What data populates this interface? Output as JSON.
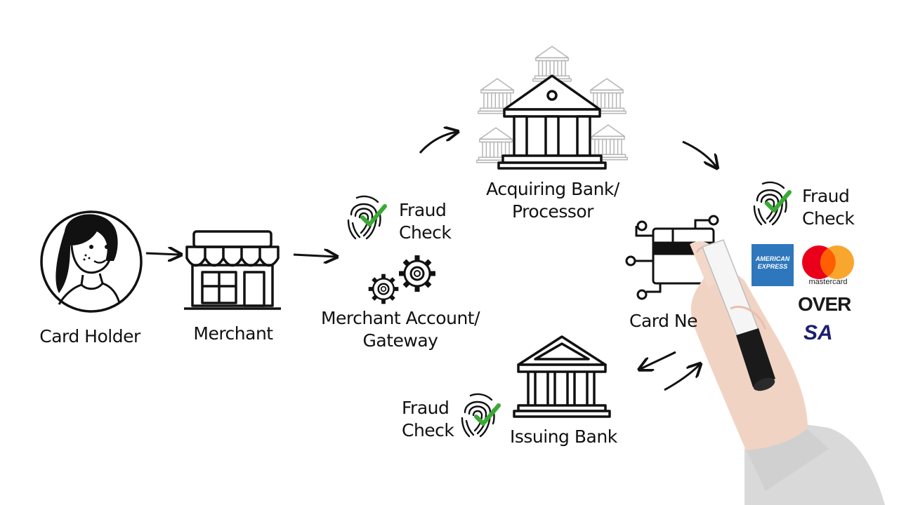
{
  "diagram": {
    "nodes": {
      "card_holder": "Card Holder",
      "merchant": "Merchant",
      "gateway_line1": "Merchant Account/",
      "gateway_line2": "Gateway",
      "acquirer_line1": "Acquiring Bank/",
      "acquirer_line2": "Processor",
      "network": "Card Ne",
      "issuer": "Issuing Bank"
    },
    "fraud_check": {
      "line1": "Fraud",
      "line2": "Check"
    },
    "card_brands": {
      "amex_line1": "AMERICAN",
      "amex_line2": "EXPRESS",
      "mastercard": "mastercard",
      "discover": "OVER",
      "visa": "SA"
    },
    "colors": {
      "ink": "#111111",
      "check": "#3aa935",
      "faded_bank": "#b5b5b5",
      "amex": "#2e77bc",
      "mastercard_red": "#eb001b",
      "mastercard_orange": "#f79e1b",
      "visa": "#1a1f71"
    }
  }
}
